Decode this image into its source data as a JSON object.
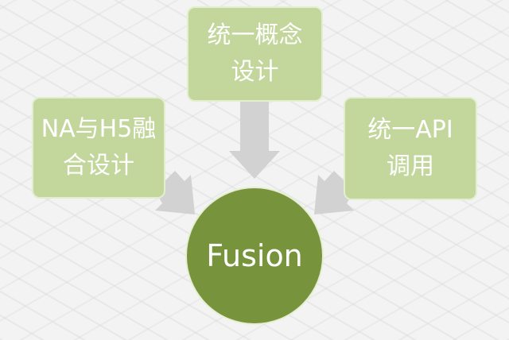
{
  "nodes": {
    "left": [
      "NA与H5融",
      "合设计"
    ],
    "top": [
      "统一概念",
      "设计"
    ],
    "right": [
      "统一API",
      "调用"
    ],
    "center": "Fusion"
  },
  "colors": {
    "box": "#c3d69b",
    "circle": "#77933c",
    "arrow": "#d0d0d0"
  }
}
